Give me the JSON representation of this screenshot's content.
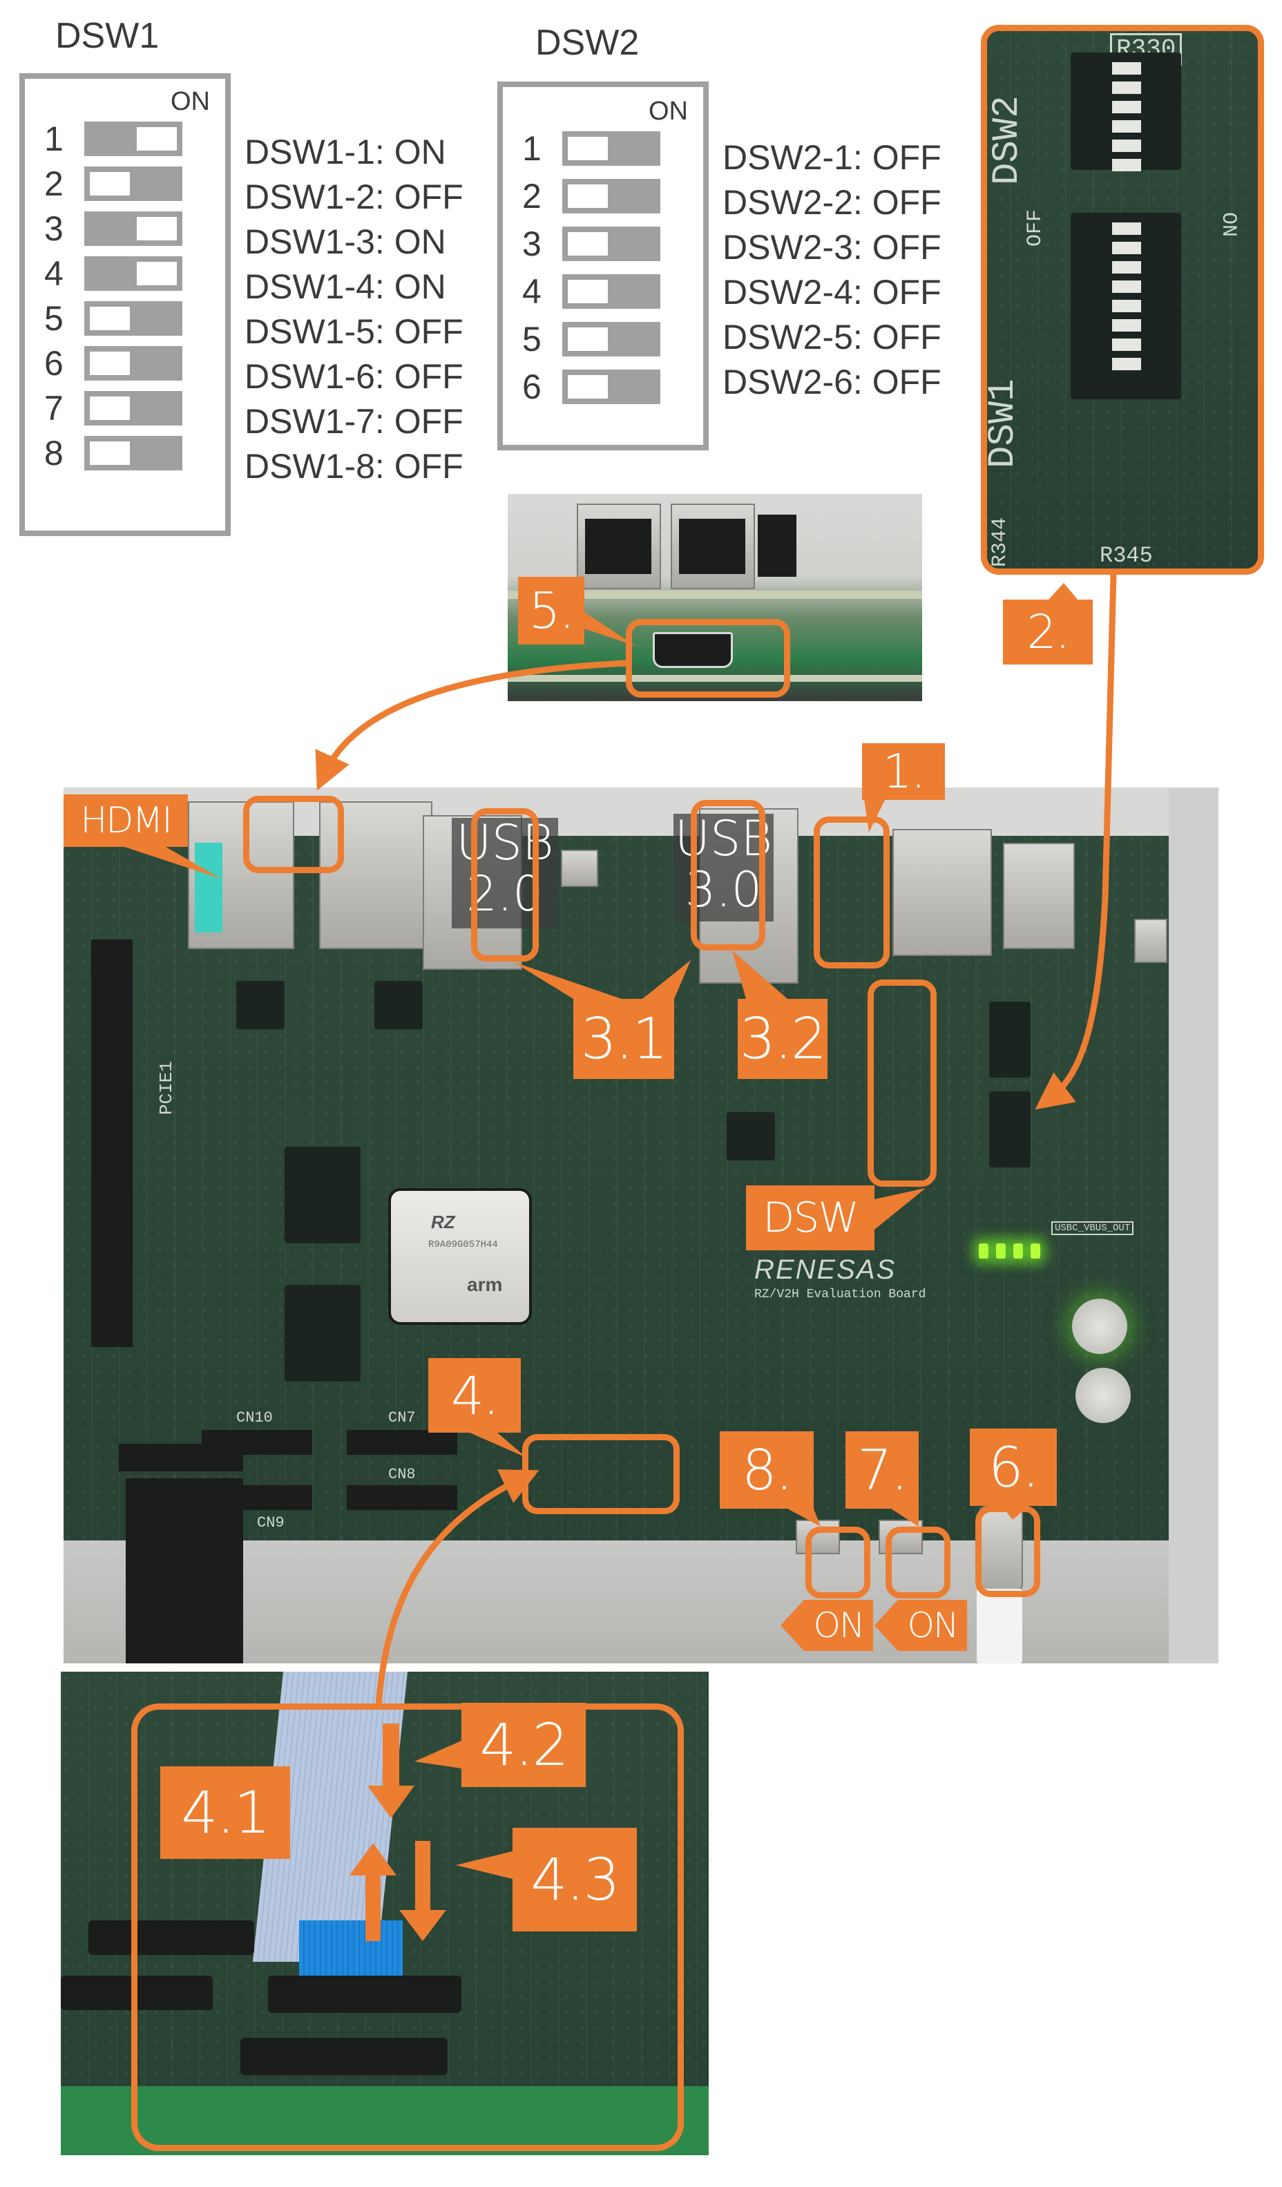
{
  "dsw1": {
    "title": "DSW1",
    "on_label": "ON",
    "switches": [
      {
        "num": "1",
        "state": "on",
        "text": "DSW1-1: ON"
      },
      {
        "num": "2",
        "state": "off",
        "text": "DSW1-2: OFF"
      },
      {
        "num": "3",
        "state": "on",
        "text": "DSW1-3: ON"
      },
      {
        "num": "4",
        "state": "on",
        "text": "DSW1-4: ON"
      },
      {
        "num": "5",
        "state": "off",
        "text": "DSW1-5: OFF"
      },
      {
        "num": "6",
        "state": "off",
        "text": "DSW1-6: OFF"
      },
      {
        "num": "7",
        "state": "off",
        "text": "DSW1-7: OFF"
      },
      {
        "num": "8",
        "state": "off",
        "text": "DSW1-8: OFF"
      }
    ]
  },
  "dsw2": {
    "title": "DSW2",
    "on_label": "ON",
    "switches": [
      {
        "num": "1",
        "state": "off",
        "text": "DSW2-1: OFF"
      },
      {
        "num": "2",
        "state": "off",
        "text": "DSW2-2: OFF"
      },
      {
        "num": "3",
        "state": "off",
        "text": "DSW2-3: OFF"
      },
      {
        "num": "4",
        "state": "off",
        "text": "DSW2-4: OFF"
      },
      {
        "num": "5",
        "state": "off",
        "text": "DSW2-5: OFF"
      },
      {
        "num": "6",
        "state": "off",
        "text": "DSW2-6: OFF"
      }
    ]
  },
  "callouts": {
    "sd_slot": "1.",
    "dip_switches": "2.",
    "usb20_port": "3.1",
    "usb30_port": "3.2",
    "display_connector": "4.",
    "ribbon_step1": "4.1",
    "ribbon_step2": "4.2",
    "ribbon_step3": "4.3",
    "hdmi_connector": "5.",
    "usbc_power": "6.",
    "power_switch_sw2": "7.",
    "power_switch_sw3": "8.",
    "hdmi": "HDMI",
    "dsw": "DSW",
    "on_sw3": "ON",
    "on_sw2": "ON"
  },
  "badges": {
    "usb20_line1": "USB",
    "usb20_line2": "2.0",
    "usb30_line1": "USB",
    "usb30_line2": "3.0"
  },
  "board": {
    "silkscreen_brand": "RENESAS",
    "silkscreen_board": "RZ/V2H Evaluation Board",
    "soc_family": "RZ",
    "soc_part": "R9A09G057H44",
    "soc_arch": "arm",
    "connector_cn10": "CN10",
    "connector_cn7": "CN7",
    "connector_cn9": "CN9",
    "connector_cn8": "CN8",
    "pcie": "PCIE1",
    "usbc_vbus": "USBC_VBUS_OUT",
    "photo_dsw2": "DSW2",
    "photo_dsw1": "DSW1",
    "photo_r330": "R330",
    "photo_r344": "R344",
    "photo_r345": "R345",
    "photo_off": "OFF",
    "photo_on": "ON"
  },
  "colors": {
    "accent": "#ED7D31",
    "switch_gray": "#A0A0A0",
    "pcb_green": "#2F4A3A"
  }
}
